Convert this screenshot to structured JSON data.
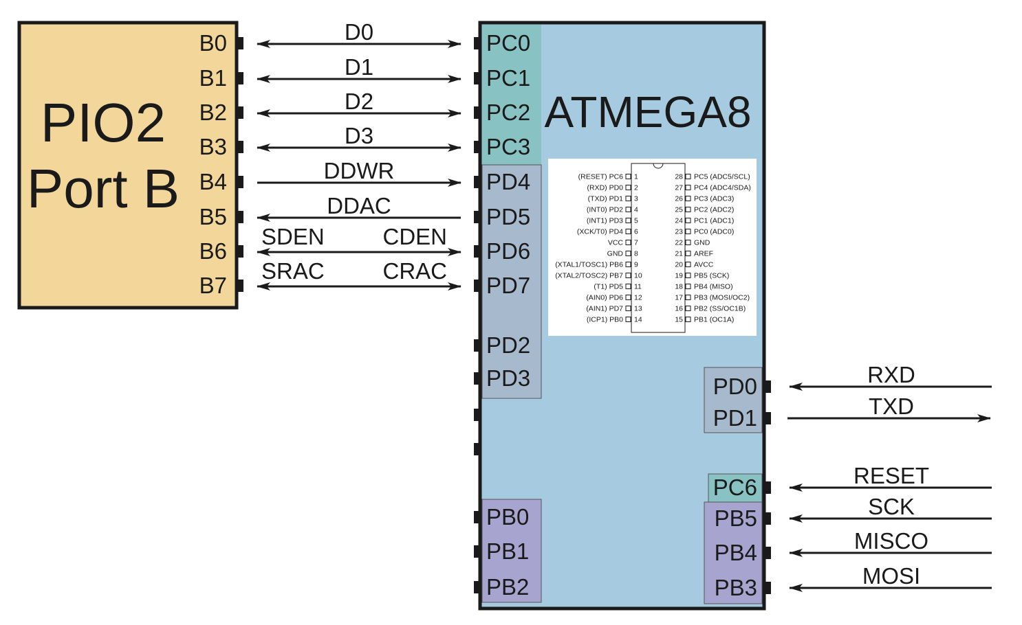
{
  "colors": {
    "pio_fill": "#f3d79a",
    "mcu_fill": "#a6cbe0",
    "portc_fill": "#88c2c2",
    "portd_fill": "#a7b9cc",
    "portb_fill": "#a8a4d0",
    "line": "#1a1a1a"
  },
  "pio": {
    "title_line1": "PIO2",
    "title_line2": "Port B",
    "pins": [
      "B0",
      "B1",
      "B2",
      "B3",
      "B4",
      "B5",
      "B6",
      "B7"
    ]
  },
  "mcu": {
    "title": "ATMEGA8",
    "left_pins_portc": [
      "PC0",
      "PC1",
      "PC2",
      "PC3"
    ],
    "left_pins_portd": [
      "PD4",
      "PD5",
      "PD6",
      "PD7",
      "PD2",
      "PD3"
    ],
    "left_pins_portb": [
      "PB0",
      "PB1",
      "PB2"
    ],
    "right_pins_portd": [
      "PD0",
      "PD1"
    ],
    "right_pin_pc6": "PC6",
    "right_pins_portb": [
      "PB5",
      "PB4",
      "PB3"
    ]
  },
  "signals_left": [
    {
      "label": "D0",
      "dir": "both"
    },
    {
      "label": "D1",
      "dir": "both"
    },
    {
      "label": "D2",
      "dir": "both"
    },
    {
      "label": "D3",
      "dir": "both"
    },
    {
      "label": "DDWR",
      "dir": "right"
    },
    {
      "label": "DDAC",
      "dir": "left"
    },
    {
      "label": "SDEN",
      "label2": "CDEN",
      "dir": "both"
    },
    {
      "label": "SRAC",
      "label2": "CRAC",
      "dir": "both"
    }
  ],
  "signals_right": [
    {
      "label": "RXD",
      "dir": "in"
    },
    {
      "label": "TXD",
      "dir": "out"
    },
    {
      "label": "RESET",
      "dir": "in"
    },
    {
      "label": "SCK",
      "dir": "in"
    },
    {
      "label": "MISCO",
      "dir": "in"
    },
    {
      "label": "MOSI",
      "dir": "in"
    }
  ],
  "pinout": {
    "left": [
      {
        "name": "(RESET) PC6",
        "num": "1"
      },
      {
        "name": "(RXD) PD0",
        "num": "2"
      },
      {
        "name": "(TXD) PD1",
        "num": "3"
      },
      {
        "name": "(INT0) PD2",
        "num": "4"
      },
      {
        "name": "(INT1) PD3",
        "num": "5"
      },
      {
        "name": "(XCK/T0) PD4",
        "num": "6"
      },
      {
        "name": "VCC",
        "num": "7"
      },
      {
        "name": "GND",
        "num": "8"
      },
      {
        "name": "(XTAL1/TOSC1) PB6",
        "num": "9"
      },
      {
        "name": "(XTAL2/TOSC2) PB7",
        "num": "10"
      },
      {
        "name": "(T1) PD5",
        "num": "11"
      },
      {
        "name": "(AIN0) PD6",
        "num": "12"
      },
      {
        "name": "(AIN1) PD7",
        "num": "13"
      },
      {
        "name": "(ICP1) PB0",
        "num": "14"
      }
    ],
    "right": [
      {
        "num": "28",
        "name": "PC5 (ADC5/SCL)"
      },
      {
        "num": "27",
        "name": "PC4 (ADC4/SDA)"
      },
      {
        "num": "26",
        "name": "PC3 (ADC3)"
      },
      {
        "num": "25",
        "name": "PC2 (ADC2)"
      },
      {
        "num": "24",
        "name": "PC1 (ADC1)"
      },
      {
        "num": "23",
        "name": "PC0 (ADC0)"
      },
      {
        "num": "22",
        "name": "GND"
      },
      {
        "num": "21",
        "name": "AREF"
      },
      {
        "num": "20",
        "name": "AVCC"
      },
      {
        "num": "19",
        "name": "PB5 (SCK)"
      },
      {
        "num": "18",
        "name": "PB4 (MISO)"
      },
      {
        "num": "17",
        "name": "PB3 (MOSI/OC2)"
      },
      {
        "num": "16",
        "name": "PB2 (SS/OC1B)"
      },
      {
        "num": "15",
        "name": "PB1 (OC1A)"
      }
    ]
  }
}
